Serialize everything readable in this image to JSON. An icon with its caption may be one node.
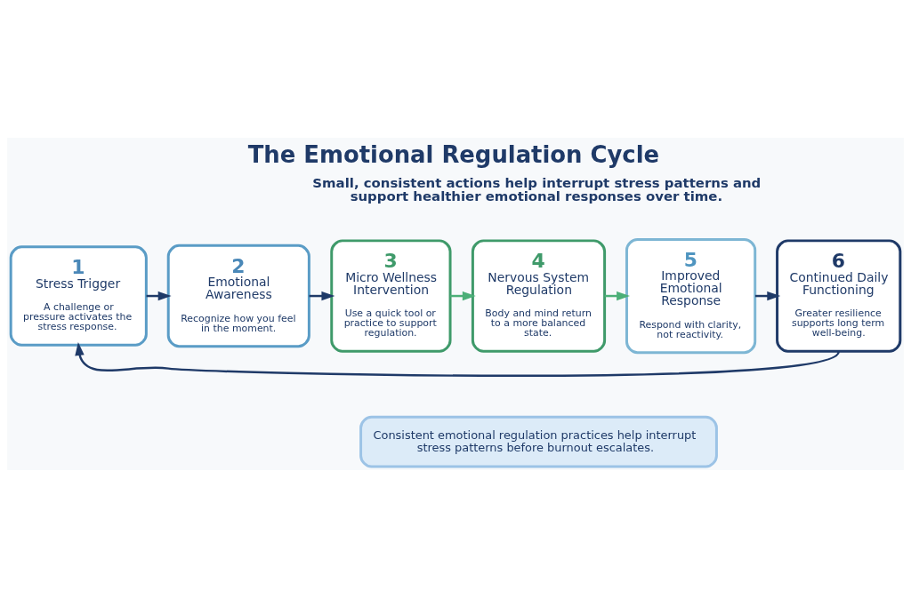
{
  "diagram": {
    "title": "The Emotional Regulation Cycle",
    "nodes": [
      {
        "text": [
          "1",
          "Stress Trigger",
          "A challenge or pressure activates the stress response."
        ]
      },
      {
        "text": [
          "2",
          "Emotional Awareness",
          "Recognize how you feel in the moment."
        ]
      },
      {
        "text": [
          "3",
          "Micro Wellness Intervention",
          "Use a quick tool or practice to support regulation."
        ]
      },
      {
        "text": [
          "4",
          "Nervous System Regulation",
          "Body and mind return to a more balanced state."
        ]
      },
      {
        "text": [
          "5",
          "Improved Emotional Response",
          "Respond with clarity, not reactivity."
        ]
      },
      {
        "text": [
          "6",
          "Continued Daily Functioning",
          "Greater resilience supports long term well-being."
        ]
      },
      {
        "text": [
          "Consistent emotional regulation practices help interrupt stress patterns before burnout escalates."
        ]
      }
    ],
    "edges": [
      {
        "from": 0,
        "to": 1,
        "arrow": "to"
      },
      {
        "from": 1,
        "to": 2,
        "arrow": "to"
      },
      {
        "from": 2,
        "to": 3,
        "arrow": "to",
        "color": "#4caf78"
      },
      {
        "from": 3,
        "to": 4,
        "arrow": "to",
        "color": "#4caf78"
      },
      {
        "from": 4,
        "to": 5,
        "arrow": "to"
      },
      {
        "from": 5,
        "to": 0,
        "arrow": "to"
      }
    ],
    "labels": [
      "Small, consistent actions help interrupt stress patterns and support healthier emotional responses over time."
    ]
  }
}
